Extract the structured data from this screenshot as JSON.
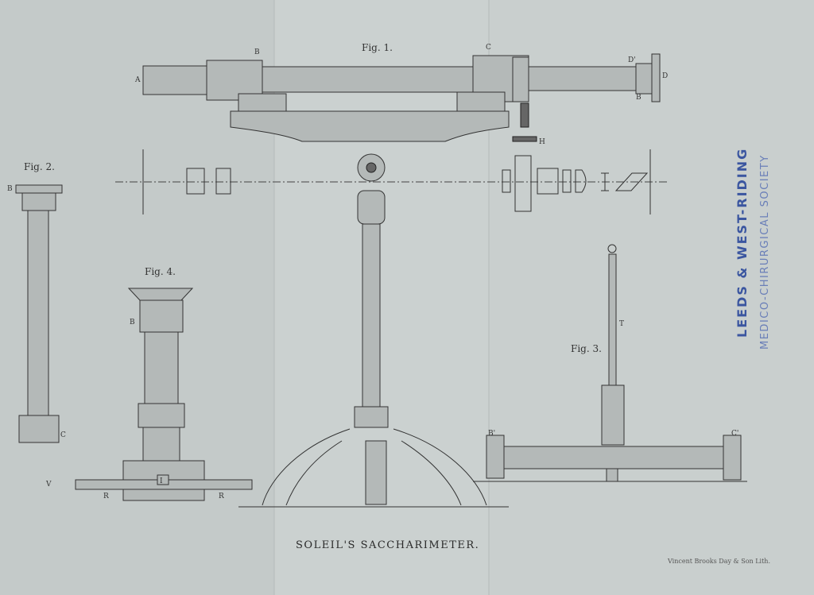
{
  "plate": {
    "title": "SOLEIL'S SACCHARIMETER.",
    "credit": "Vincent Brooks Day & Son Lith.",
    "stamp": {
      "line1": "LEEDS & WEST-RIDING",
      "line2": "MEDICO-CHIRURGICAL SOCIETY",
      "color": "#3b56a0"
    }
  },
  "figures": {
    "fig1": {
      "caption": "Fig. 1.",
      "labels": {
        "a": "A",
        "b": "B",
        "c": "C",
        "d_prime": "D'",
        "d": "D",
        "b2": "B",
        "h": "H"
      }
    },
    "fig2": {
      "caption": "Fig. 2.",
      "labels": {
        "b": "B",
        "c": "C"
      }
    },
    "fig3": {
      "caption": "Fig. 3.",
      "labels": {
        "t": "T",
        "b_prime": "B'",
        "c_prime": "C'"
      }
    },
    "fig4": {
      "caption": "Fig. 4.",
      "labels": {
        "b": "B",
        "v": "V",
        "r1": "R",
        "r2": "R",
        "i": "I"
      }
    }
  }
}
